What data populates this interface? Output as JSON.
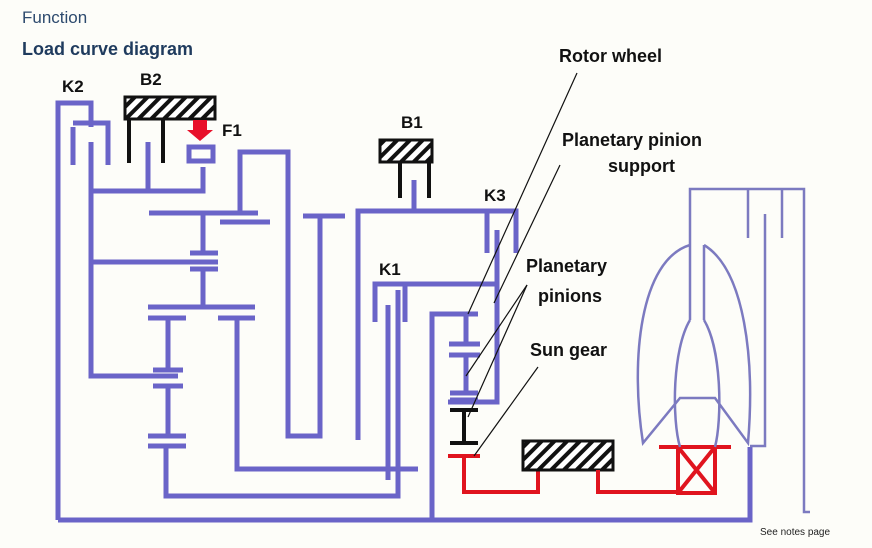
{
  "header": {
    "section": "Function",
    "title": "Load curve diagram"
  },
  "labels": {
    "k2": "K2",
    "b2": "B2",
    "f1": "F1",
    "b1": "B1",
    "k3": "K3",
    "k1": "K1",
    "rotor_wheel": "Rotor wheel",
    "planetary_pinion_support_line1": "Planetary pinion",
    "planetary_pinion_support_line2": "support",
    "planetary_pinions_line1": "Planetary",
    "planetary_pinions_line2": "pinions",
    "sun_gear": "Sun gear"
  },
  "footer": {
    "note": "See notes page"
  },
  "colors": {
    "shaft": "#6a64c8",
    "converter": "#7c7ac0",
    "brake_housing": "#111111",
    "output": "#e0141e",
    "freewheel_arrow": "#e8102a",
    "title": "#1f3b5e"
  }
}
